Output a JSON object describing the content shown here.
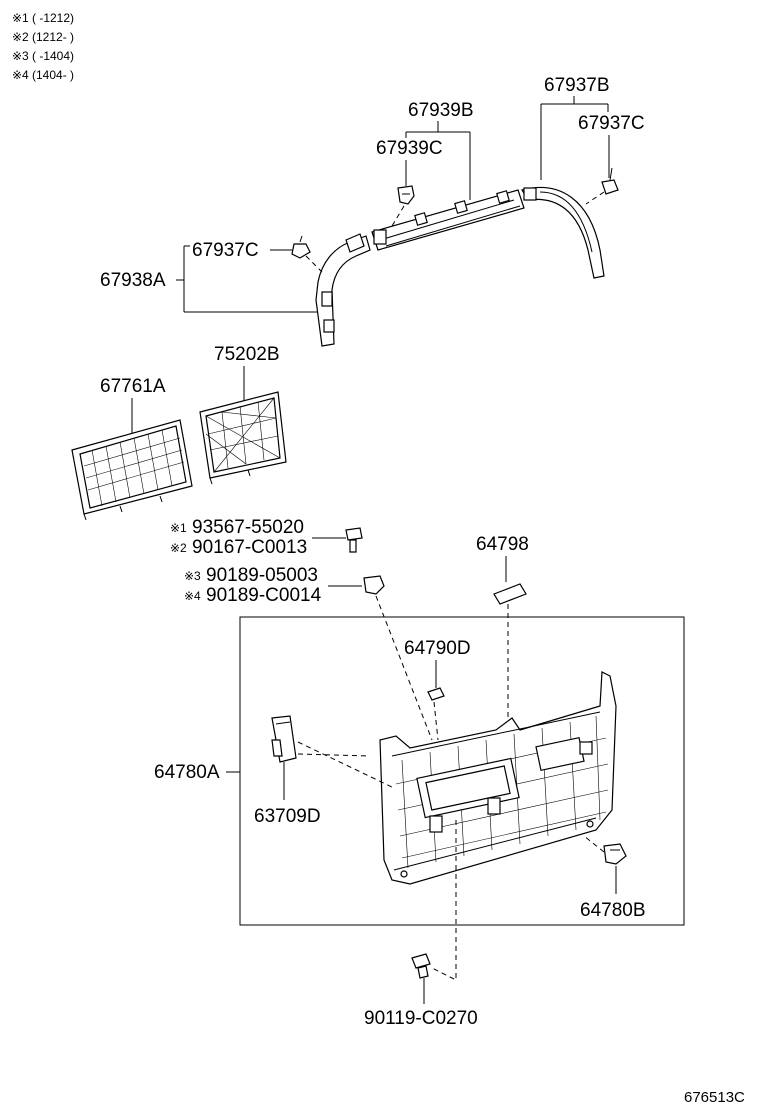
{
  "notes": [
    {
      "mark": "※1",
      "text": "(      -1212)"
    },
    {
      "mark": "※2",
      "text": "(1212-      )"
    },
    {
      "mark": "※3",
      "text": "(      -1404)"
    },
    {
      "mark": "※4",
      "text": "(1404-      )"
    }
  ],
  "labels": {
    "p67937B": "67937B",
    "p67939B": "67939B",
    "p67937C_top": "67937C",
    "p67939C": "67939C",
    "p67937C_left": "67937C",
    "p67938A": "67938A",
    "p67761A": "67761A",
    "p75202B": "75202B",
    "p64798": "64798",
    "p64790D": "64790D",
    "p64780A": "64780A",
    "p63709D": "63709D",
    "p64780B": "64780B",
    "p90119": "90119-C0270"
  },
  "screws": [
    {
      "mark": "※1",
      "code": "93567-55020"
    },
    {
      "mark": "※2",
      "code": "90167-C0013"
    },
    {
      "mark": "※3",
      "code": "90189-05003"
    },
    {
      "mark": "※4",
      "code": "90189-C0014"
    }
  ],
  "diagram_id": "676513C"
}
